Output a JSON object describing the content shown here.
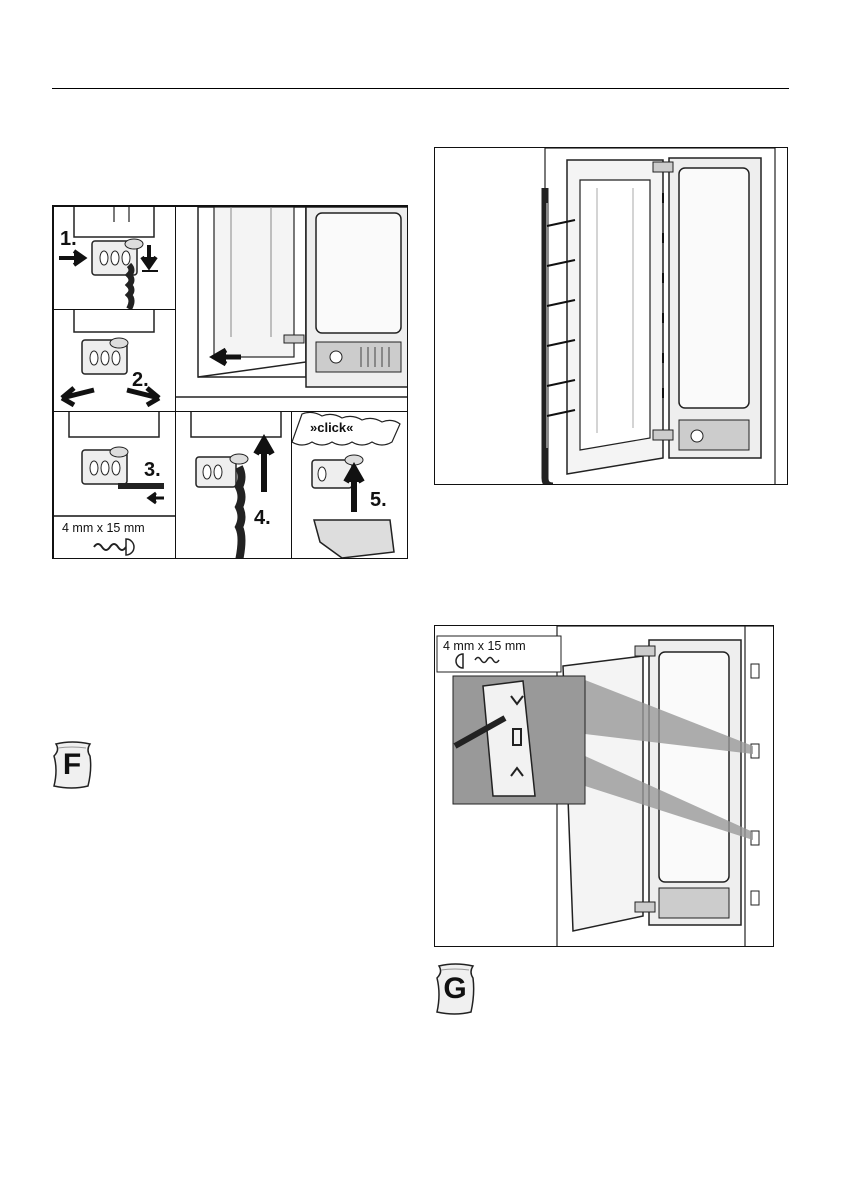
{
  "figure_left": {
    "steps": [
      "1.",
      "2.",
      "3.",
      "4.",
      "5."
    ],
    "click_label": "»click«",
    "screw_spec": "4 mm x 15 mm"
  },
  "figure_right_bottom": {
    "screw_spec": "4 mm x 15 mm"
  },
  "bags": {
    "left_letter": "F",
    "right_letter": "G"
  }
}
